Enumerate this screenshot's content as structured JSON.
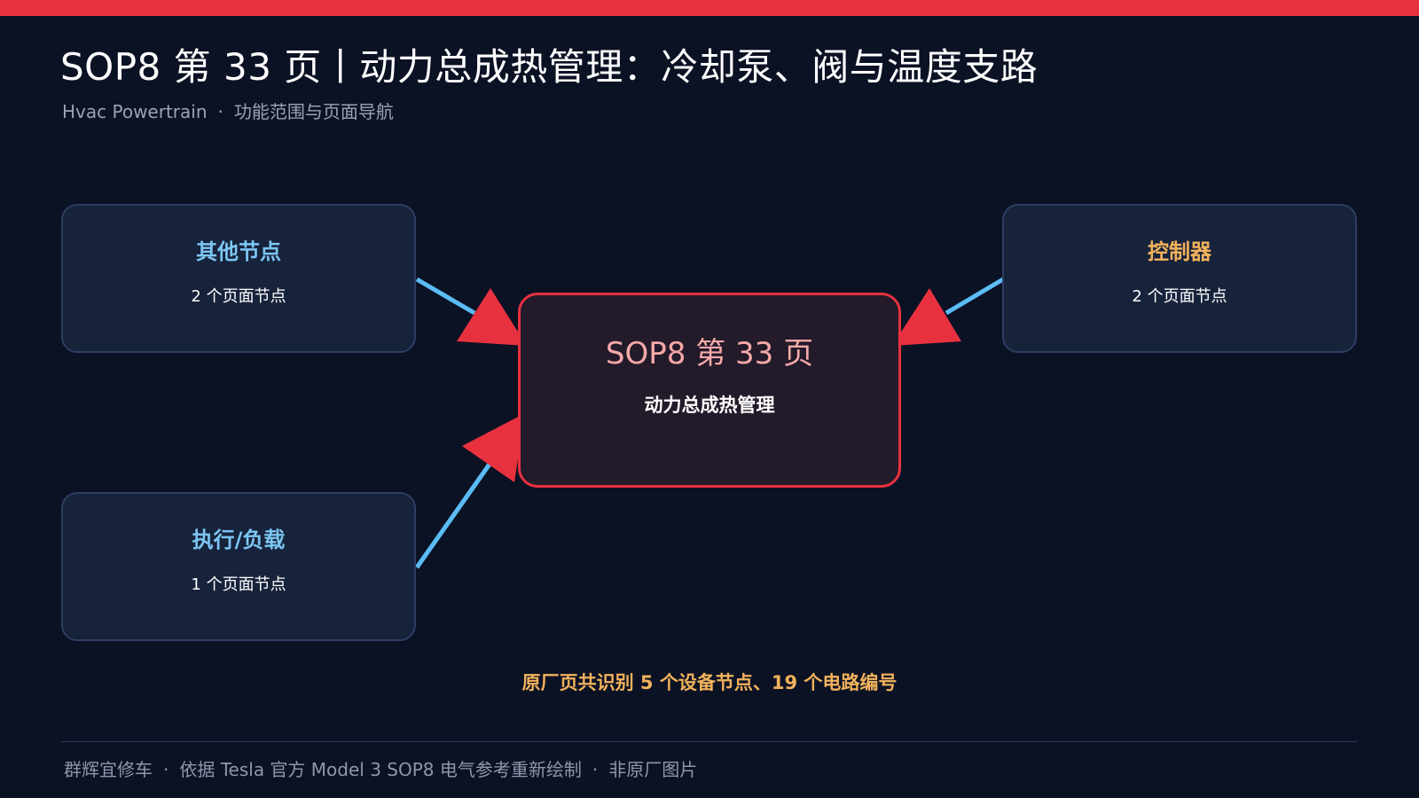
{
  "header": {
    "title": "SOP8 第 33 页丨动力总成热管理：冷却泵、阀与温度支路",
    "subtitle_left": "Hvac Powertrain",
    "subtitle_sep": "·",
    "subtitle_right": "功能范围与页面导航"
  },
  "center": {
    "title": "SOP8 第 33 页",
    "subtitle": "动力总成热管理"
  },
  "nodes": [
    {
      "title": "其他节点",
      "subtitle": "2 个页面节点",
      "color": "#7cc6f2"
    },
    {
      "title": "执行/负载",
      "subtitle": "1 个页面节点",
      "color": "#7cc6f2"
    },
    {
      "title": "控制器",
      "subtitle": "2 个页面节点",
      "color": "#f2b25c"
    }
  ],
  "stats": "原厂页共识别 5 个设备节点、19 个电路编号",
  "footer": {
    "parts": [
      "群辉宜修车",
      "依据 Tesla 官方 Model 3 SOP8 电气参考重新绘制",
      "非原厂图片"
    ],
    "sep": "·"
  },
  "colors": {
    "accent": "#e8313f",
    "edge": "#5bbcf5",
    "background": "#0b1224"
  }
}
